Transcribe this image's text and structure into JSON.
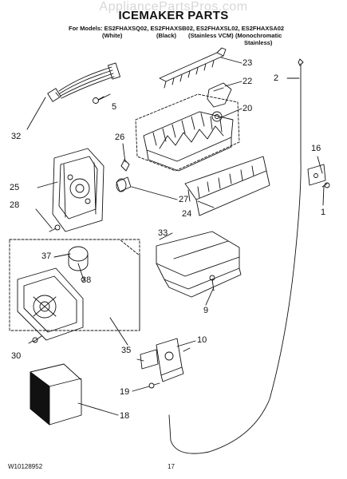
{
  "watermark": "AppliancePartsPros.com",
  "title": "ICEMAKER PARTS",
  "models_line": "For Models: ES2FHAXSQ02, ES2FHAXSB02, ES2FHAXSL02, ES2FHAXSA02",
  "colors": {
    "white": "(White)",
    "black": "(Black)",
    "stainless_vcm": "(Stainless VCM)",
    "monochromatic": "(Monochromatic",
    "stainless": "Stainless)"
  },
  "callouts": {
    "c1": "1",
    "c2": "2",
    "c5": "5",
    "c9": "9",
    "c10": "10",
    "c16": "16",
    "c18": "18",
    "c19": "19",
    "c20": "20",
    "c22": "22",
    "c23": "23",
    "c24": "24",
    "c25": "25",
    "c26": "26",
    "c27": "27",
    "c28": "28",
    "c30": "30",
    "c32": "32",
    "c33": "33",
    "c35": "35",
    "c37": "37",
    "c38": "38"
  },
  "footer": {
    "doc_number": "W10128952",
    "page_number": "17"
  }
}
